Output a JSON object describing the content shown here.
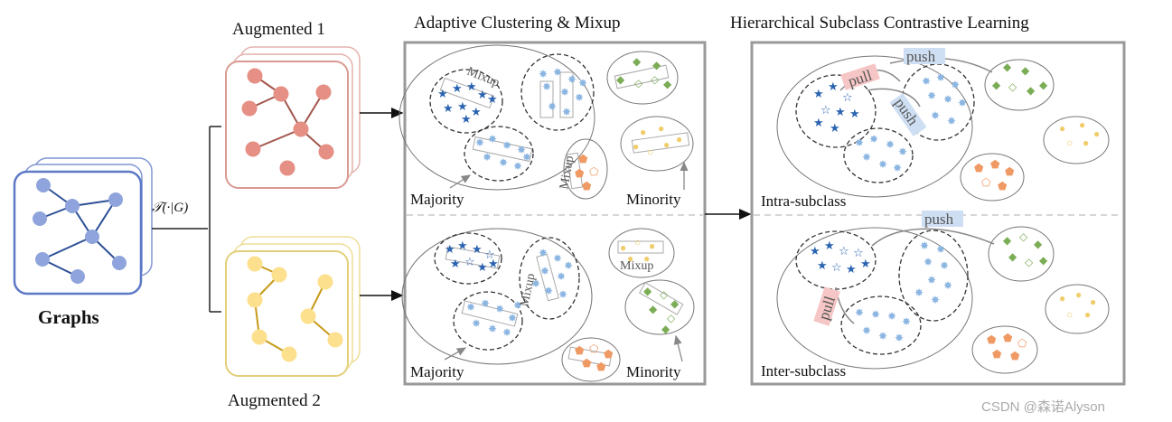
{
  "labels": {
    "graphs": "Graphs",
    "augmented_1": "Augmented 1",
    "augmented_2": "Augmented 2",
    "operator": "𝒯(·|G)",
    "panel_middle_title": "Adaptive Clustering & Mixup",
    "panel_right_title": "Hierarchical Subclass Contrastive Learning",
    "majority": "Majority",
    "minority": "Minority",
    "mixup": "Mixup",
    "intra_subclass": "Intra-subclass",
    "inter_subclass": "Inter-subclass",
    "pull": "pull",
    "push": "push",
    "watermark": "CSDN @森诺Alyson"
  },
  "colors": {
    "graph_blue": "#8fa4dc",
    "graph_blue_edge": "#2c4f96",
    "aug1_node": "#e58f85",
    "aug1_edge": "#a2564c",
    "aug1_border": "#e3b1aa",
    "aug2_node": "#fde08e",
    "aug2_edge": "#c79a18",
    "aug2_border": "#eedd95",
    "dark_star": "#2a63b0",
    "light_star": "#8cb6e2",
    "green": "#7aad55",
    "yellow": "#f0cc6a",
    "orange": "#ef9a64",
    "pull_bg": "#f6c6c6",
    "push_bg": "#cfdff3"
  }
}
